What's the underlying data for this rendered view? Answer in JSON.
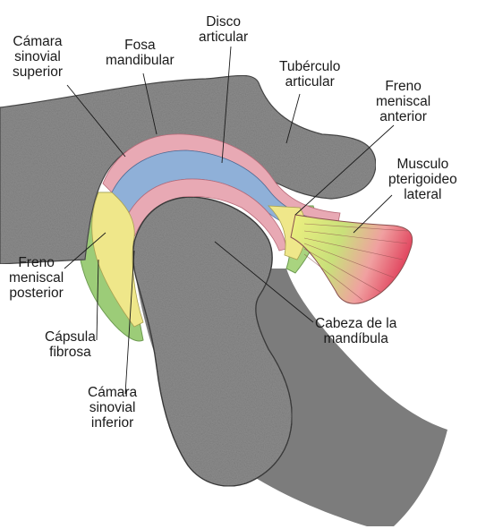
{
  "diagram": {
    "labels": {
      "camara_sinovial_superior": [
        "Cámara",
        "sinovial",
        "superior"
      ],
      "fosa_mandibular": [
        "Fosa",
        "mandibular"
      ],
      "disco_articular": [
        "Disco",
        "articular"
      ],
      "tuberculo_articular": [
        "Tubérculo",
        "articular"
      ],
      "freno_meniscal_anterior": [
        "Freno",
        "meniscal",
        "anterior"
      ],
      "musculo_pterigoideo_lateral": [
        "Musculo",
        "pterigoideo",
        "lateral"
      ],
      "freno_meniscal_posterior": [
        "Freno",
        "meniscal",
        "posterior"
      ],
      "capsula_fibrosa": [
        "Cápsula",
        "fibrosa"
      ],
      "camara_sinovial_inferior": [
        "Cámara",
        "sinovial",
        "inferior"
      ],
      "cabeza_de_la_mandibula": [
        "Cabeza de la",
        "mandíbula"
      ]
    },
    "colors": {
      "bone": "#8f8f8f",
      "bone_dark": "#6d6d6d",
      "disc": "#8fb0d8",
      "synovial": "#e8a9b4",
      "frenum": "#efe78a",
      "capsule": "#9ccc78",
      "muscle_red": "#e85a6e",
      "shadow": "#7a7a7a"
    }
  }
}
